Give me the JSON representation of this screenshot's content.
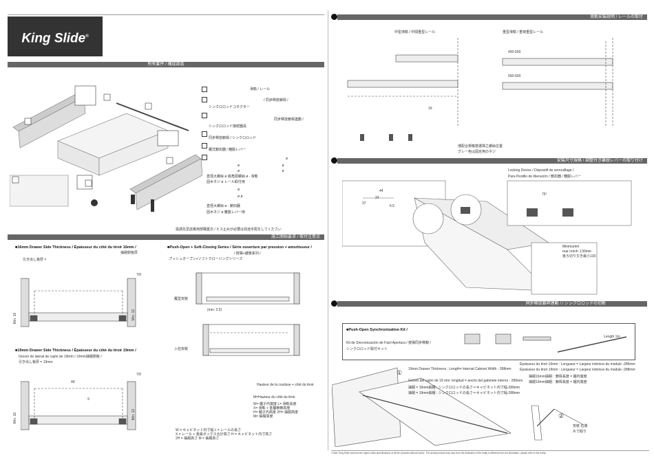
{
  "brand": {
    "name": "King Slide",
    "mark": "®"
  },
  "headers": {
    "contents": "所有套件 / 構成部品",
    "install_notes": "施工開始要求 / 取付注意点",
    "rail_install": "滑軌安裝說明 / レールの取付",
    "lever_adjust": "安裝尺寸規格 / 調整付き離脱レバーの取り付け",
    "sync_connect": "同步釋放鎖桿連動 /  / シンクロロッドの切断"
  },
  "parts_list": [
    "滑軌 / レール",
    "/ 同步釋放鎖桿 /",
    "シンクロロッドコネクター",
    "同步釋放鎖桿連動 /",
    "シンクロロッド接続器具",
    "同步釋放鎖桿 / シンクロロッド",
    "鋸式鎖扣器 / 離脱レバー"
  ],
  "screw_specs": [
    "ø",
    "ø ø",
    "ø ø",
    "直徑大螺絲 ø    底角頭螺絲 ø    - 滑軌",
    "固木ネジ ø    レール取付用",
    "ø",
    "ø ø",
    "直徑大螺絲 ø    - 鎖扣器",
    "固木ネジ ø    離脱レバー用"
  ],
  "contents_footnote": "需請先至該專用部購置次 / ビス止めが必要は別途手配をしてください",
  "section_16": {
    "title": "16mm Drawer Side Thickness / Épaisseur du côté du tiroir 16mm /",
    "subtitle": "抽屜側板厚",
    "note": "引き出し板厚 =",
    "dim_top": "7/9",
    "dim_side": "Min. 12",
    "dim_left": "Min. 16"
  },
  "section_19": {
    "title": "19mm Drawer Side Thickness / Épaisseur du côté du tiroir 19mm /",
    "subtitle": "Grosor de lateral de cajón de 19mm / 19mm抽屜側板 /",
    "note": "引き出し板厚 = 19mm",
    "dim_top": "7/9",
    "dim_49": "49",
    "dim_9": "9",
    "dim_side": "Min. 12",
    "dim_left": "Min. 16"
  },
  "push_open": {
    "title": "■Push-Open + Soft-Closing Series / Série ouverture par pression + amortisseur /",
    "subtitle": "/ 按彈+緩衝系列 /",
    "jp": "プッシュオープン+ソフトクロージングシリーズ",
    "label_a": "覆型安裝",
    "label_b": "入柱安裝",
    "min_label": "(min. 2.5)",
    "height_caption": "Hauteur de la coulisse + côté du tiroir",
    "m_caption": "M=Hauteur du côté du tiroir",
    "legend": [
      "W= 櫃子內寬度   L= 滑軌長度",
      "X= 滑軌 + 金屬鎖鎖高度",
      "H= 櫃子內高度   2H= 抽屜高度",
      "M= 抽屜高度"
    ],
    "footer": [
      "W = キャビネット内寸幅  L = レールの長さ",
      "X = レール + 金属ボックス合計高さ  H = キャビネット内寸高さ",
      "2H = 抽屜高さ  M = 抽屜高さ"
    ]
  },
  "rail": {
    "left_caption": "中型滑軌 / 中間重型レール",
    "right_caption": "重型滑軌 / 重荷重型レール",
    "dim_19": "19",
    "range_a": "450-500",
    "range_b": "550-600",
    "note1": "僅配合規格搭選擇之螺絲位置",
    "note2": "グレー色は固定用のネジ"
  },
  "lever": {
    "dim_37": "37",
    "dim_44": "44",
    "dim_24": "24",
    "dim_65": "6.5",
    "caption1": "Locking Device / Dispositif de verrouillage /",
    "caption2": "Para Pestillo de liberación / 鎖扣器 / 離脱レバー",
    "angle": "75°",
    "min_notch1": "Minimumm",
    "min_notch2": "rear notch: 130mm",
    "min_notch3": "後ろ切り欠き最小130"
  },
  "sync": {
    "kit_title": "■Push-Open Synchronization Kit /",
    "kit_sub": "Kit de Sincronización de Fácil Apertura / 按彈同步釋鎖 /",
    "kit_jp": "シンクロロッド取付キット",
    "length_label": "Length  1m",
    "step1": "①",
    "step2": "②",
    "line1": "19mm Drawer Thickness : Length= Internal Cabinet Width - 288mm",
    "line2": "Grosor del cajón de 19 mm: longitud = ancho del gabinete interno - 289mm",
    "line3": "抽屜 = 16mm抽屜 : シンクロロッドの長さ＝キャビネット内寸幅-289mm",
    "line4": "抽屜 = 19mm抽屜 : シンクロロッドの長さ＝キャビネット内寸幅-288mm",
    "right1": "Épaisseur du tiroir 16mm : Longueur = Largeur intérieur du module -286mm",
    "right2": "Épaisseur du tiroir 19mm : Longueur = Largeur intérieur du module -288mm",
    "right3": "抽屜16mm抽屜：鎖桿長度 = 櫃內寬度",
    "right4": "抽屜19mm抽屜：鎖桿長度 = 櫃內寬度",
    "cut_note1": "安裝 右側",
    "cut_note2": "片で取り"
  },
  "footer_note": "• Note: King Slide reserves the right to alter specifications of all the products without notice. The actual product may vary from the illustration if the entity is different from the illustration, please refer to the entity."
}
